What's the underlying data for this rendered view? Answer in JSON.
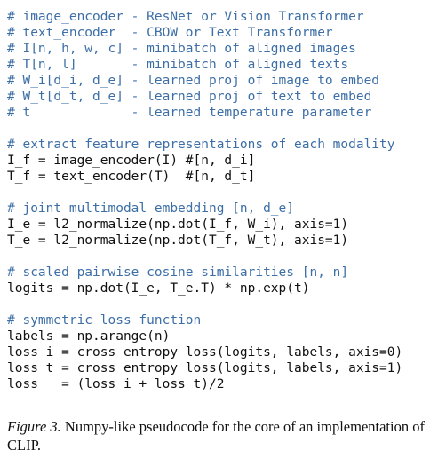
{
  "code": {
    "lines": [
      {
        "text": "# image_encoder - ResNet or Vision Transformer",
        "kind": "comment"
      },
      {
        "text": "# text_encoder  - CBOW or Text Transformer",
        "kind": "comment"
      },
      {
        "text": "# I[n, h, w, c] - minibatch of aligned images",
        "kind": "comment"
      },
      {
        "text": "# T[n, l]       - minibatch of aligned texts",
        "kind": "comment"
      },
      {
        "text": "# W_i[d_i, d_e] - learned proj of image to embed",
        "kind": "comment"
      },
      {
        "text": "# W_t[d_t, d_e] - learned proj of text to embed",
        "kind": "comment"
      },
      {
        "text": "# t             - learned temperature parameter",
        "kind": "comment"
      },
      {
        "text": "",
        "kind": "blank"
      },
      {
        "text": "# extract feature representations of each modality",
        "kind": "comment"
      },
      {
        "text": "I_f = image_encoder(I) #[n, d_i]",
        "kind": "code"
      },
      {
        "text": "T_f = text_encoder(T)  #[n, d_t]",
        "kind": "code"
      },
      {
        "text": "",
        "kind": "blank"
      },
      {
        "text": "# joint multimodal embedding [n, d_e]",
        "kind": "comment"
      },
      {
        "text": "I_e = l2_normalize(np.dot(I_f, W_i), axis=1)",
        "kind": "code"
      },
      {
        "text": "T_e = l2_normalize(np.dot(T_f, W_t), axis=1)",
        "kind": "code"
      },
      {
        "text": "",
        "kind": "blank"
      },
      {
        "text": "# scaled pairwise cosine similarities [n, n]",
        "kind": "comment"
      },
      {
        "text": "logits = np.dot(I_e, T_e.T) * np.exp(t)",
        "kind": "code"
      },
      {
        "text": "",
        "kind": "blank"
      },
      {
        "text": "# symmetric loss function",
        "kind": "comment"
      },
      {
        "text": "labels = np.arange(n)",
        "kind": "code"
      },
      {
        "text": "loss_i = cross_entropy_loss(logits, labels, axis=0)",
        "kind": "code"
      },
      {
        "text": "loss_t = cross_entropy_loss(logits, labels, axis=1)",
        "kind": "code"
      },
      {
        "text": "loss   = (loss_i + loss_t)/2",
        "kind": "code"
      }
    ]
  },
  "caption": {
    "label": "Figure 3.",
    "text": " Numpy-like pseudocode for the core of an implementation of CLIP."
  },
  "colors": {
    "comment": "#3d6fa6",
    "code": "#111111"
  }
}
